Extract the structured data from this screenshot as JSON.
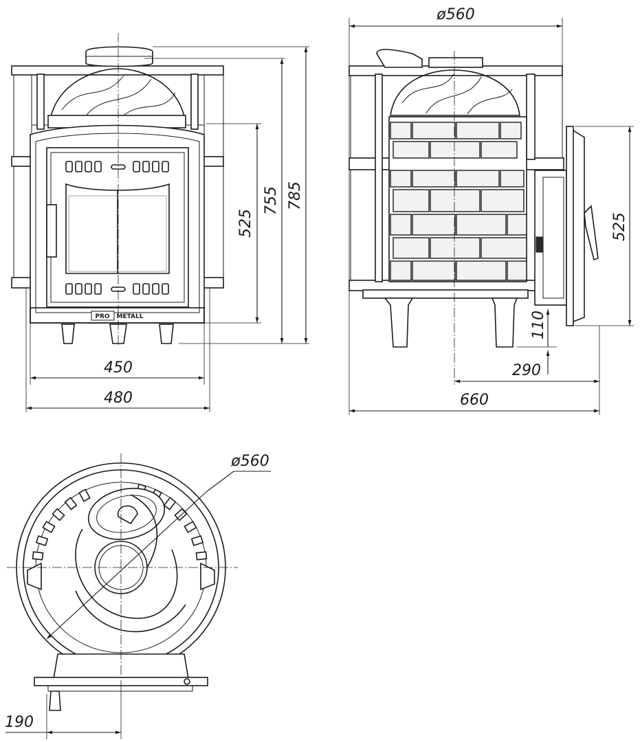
{
  "dimensions": {
    "front": {
      "height_door": "525",
      "height_body": "755",
      "height_total": "785",
      "width_inner": "450",
      "width_outer": "480"
    },
    "side": {
      "diameter": "ø560",
      "depth_total": "660",
      "door_depth": "290",
      "leg_height": "110",
      "door_height": "525"
    },
    "top": {
      "diameter": "ø560",
      "door_offset": "190"
    }
  },
  "branding": {
    "logo_left": "PRO",
    "logo_right": "METALL"
  }
}
